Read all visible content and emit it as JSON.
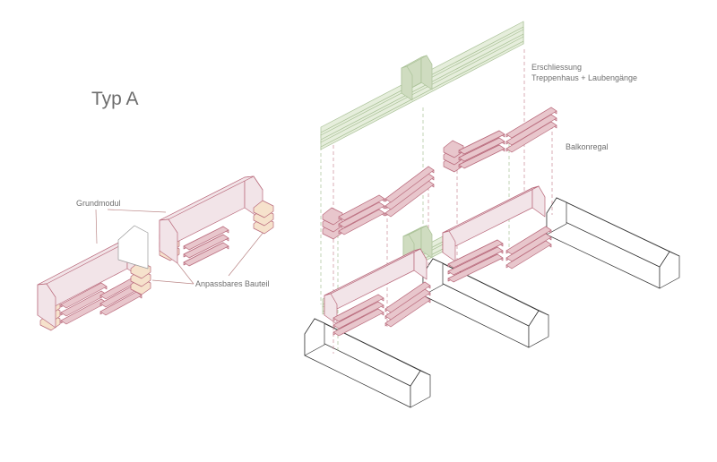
{
  "title": "Typ A",
  "labels": {
    "grundmodul": "Grundmodul",
    "anpassbares_bauteil": "Anpassbares Bauteil",
    "erschliessung": "Erschliessung",
    "treppenhaus": "Treppenhaus + Laubengänge",
    "balkonregal": "Balkonregal"
  },
  "colors": {
    "module_fill": "#f2e4e8",
    "module_stroke": "#b8687a",
    "balcony_fill": "#e8c6cc",
    "adapt_fill": "#f6e2cc",
    "access_fill": "#e6eedc",
    "access_stroke": "#a9c196",
    "building_stroke": "#333333"
  }
}
